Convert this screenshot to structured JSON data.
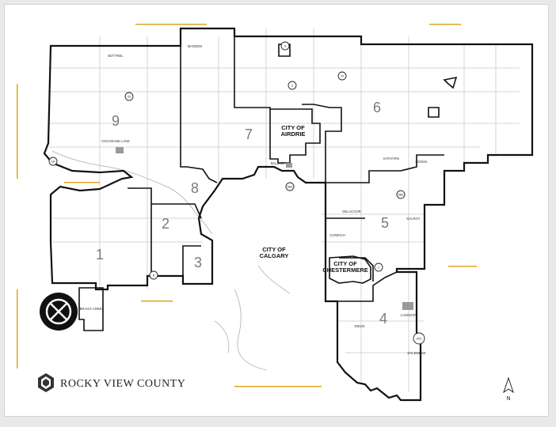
{
  "colors": {
    "border": "#111111",
    "grid": "#c9c9c9",
    "hamlet": "#9a9a9a",
    "yellow_label": "#e0a520"
  },
  "cities": [
    {
      "name": "city-of-airdrie",
      "lines": [
        "CITY OF",
        "AIRDRIE"
      ]
    },
    {
      "name": "city-of-calgary",
      "lines": [
        "CITY OF",
        "CALGARY"
      ]
    },
    {
      "name": "city-of-chestermere",
      "lines": [
        "CITY OF",
        "CHESTERMERE"
      ]
    }
  ],
  "divisions": [
    "1",
    "2",
    "3",
    "4",
    "5",
    "6",
    "7",
    "8",
    "9"
  ],
  "towns": {
    "cochrane_lake": "COCHRANE LAKE",
    "balzac": "BALZAC",
    "delacour": "DELACOUR",
    "conrich": "CONRICH",
    "dalroy": "DALROY",
    "langdon": "LANGDON",
    "indus": "INDUS",
    "dalemead": "DALEMEAD",
    "kathyrn": "KATHYRN",
    "keoma": "KEOMA",
    "bottrel": "BOTTREL",
    "madden": "MADDEN",
    "bragg_creek": "BRAGG CREEK"
  },
  "highways": [
    "1A",
    "22",
    "2",
    "9",
    "72",
    "1",
    "564",
    "22X",
    "8",
    "566"
  ],
  "brand": {
    "name": "ROCKY VIEW COUNTY"
  },
  "compass": {
    "label": "N"
  },
  "marker": {
    "icon": "crossed-circle-icon"
  }
}
